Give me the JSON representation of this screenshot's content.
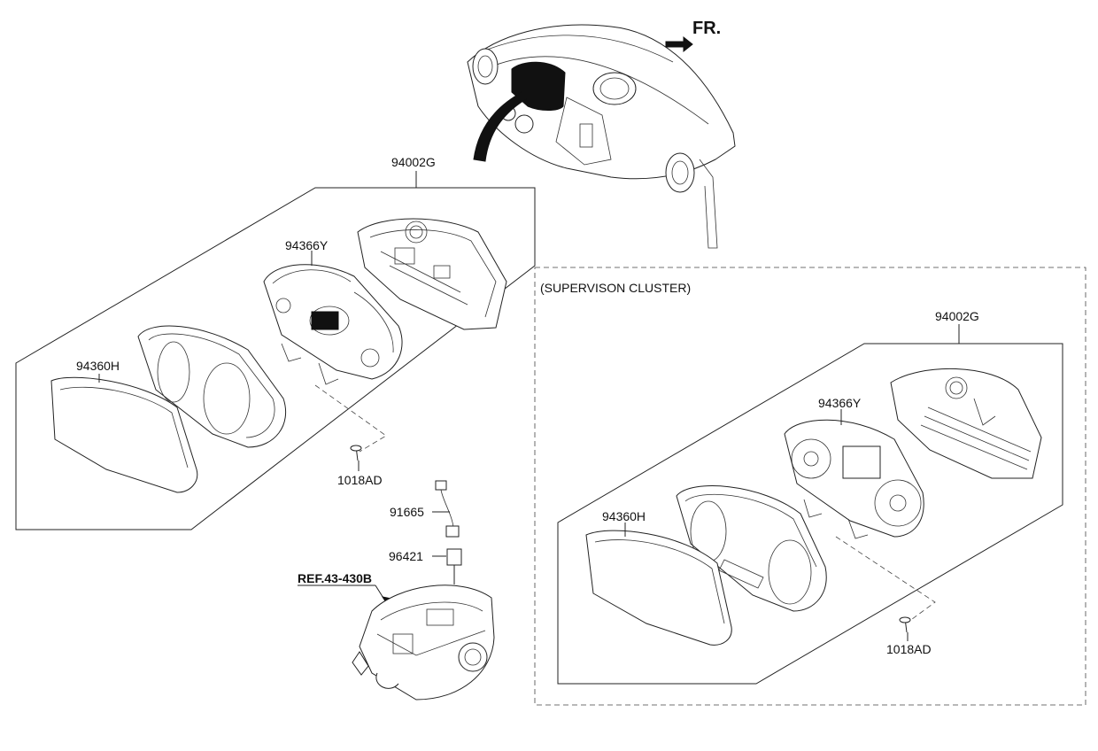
{
  "front_indicator": "FR.",
  "main_assembly": {
    "assembly_part": "94002G",
    "gauge_face_part": "94366Y",
    "lens_part": "94360H",
    "screw_part": "1018AD"
  },
  "sensor_parts": {
    "harness_part": "91665",
    "speed_sensor_part": "96421",
    "reference": "REF.43-430B"
  },
  "supervision_cluster": {
    "title": "(SUPERVISON CLUSTER)",
    "assembly_part": "94002G",
    "gauge_face_part": "94366Y",
    "lens_part": "94360H",
    "screw_part": "1018AD"
  }
}
